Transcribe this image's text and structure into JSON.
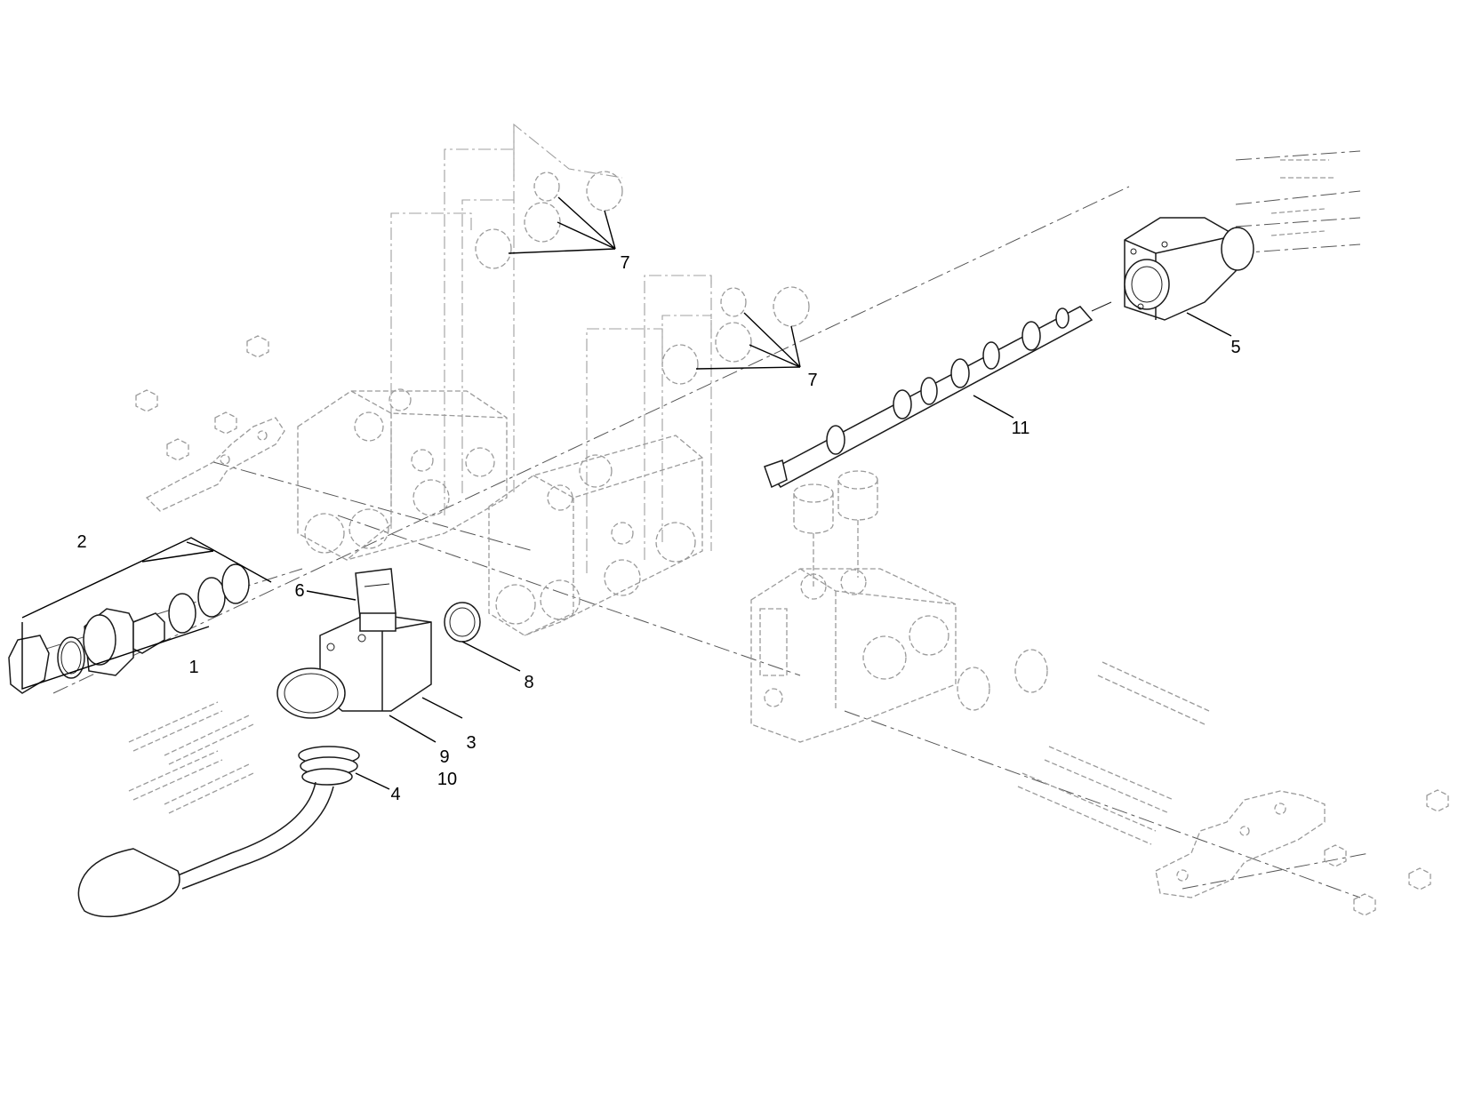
{
  "callouts": {
    "c1": "1",
    "c2": "2",
    "c3": "3",
    "c4": "4",
    "c5": "5",
    "c6": "6",
    "c7a": "7",
    "c7b": "7",
    "c8": "8",
    "c9": "9",
    "c10": "10",
    "c11": "11"
  },
  "colors": {
    "line": "#1a1a1a",
    "phantom": "#9a9a9a",
    "background": "#ffffff"
  }
}
